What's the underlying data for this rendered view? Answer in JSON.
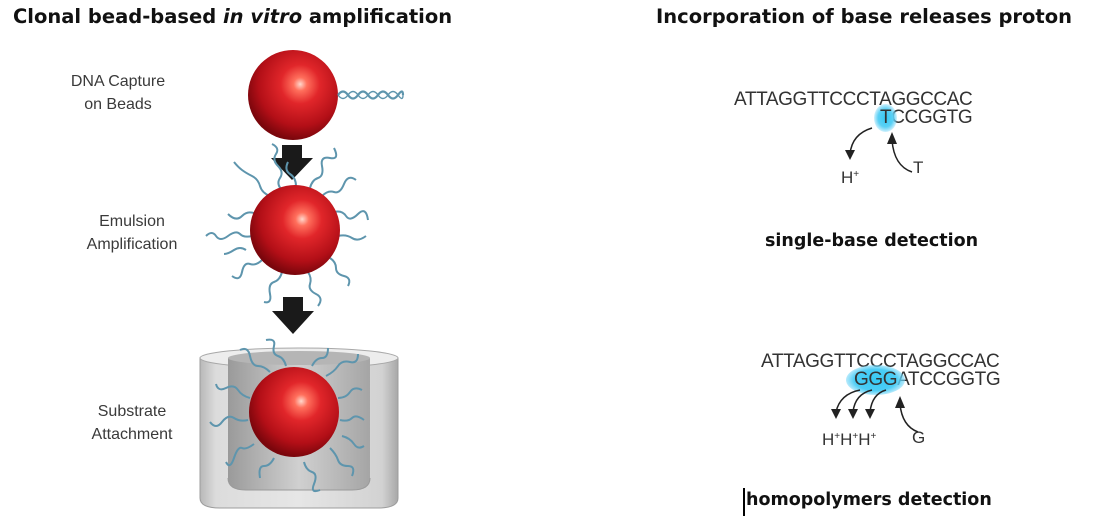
{
  "left_panel": {
    "title_part1": "Clonal bead-based ",
    "title_italic": "in vitro",
    "title_part2": " amplification",
    "steps": [
      {
        "line1": "DNA Capture",
        "line2": "on Beads"
      },
      {
        "line1": "Emulsion",
        "line2": "Amplification"
      },
      {
        "line1": "Substrate",
        "line2": "Attachment"
      }
    ],
    "colors": {
      "bead": "#c8141e",
      "dna": "#5e95ad",
      "arrow": "#1a1a1a",
      "well": "#c9c9c9"
    }
  },
  "right_panel": {
    "title": "Incorporation of base releases proton",
    "single": {
      "top_strand": "ATTAGGTTCCCTAGGCCAC",
      "bottom_highlight": "T",
      "bottom_rest": "CCGGTG",
      "released": "H",
      "released_sup": "+",
      "incoming": "T",
      "caption": "single-base detection"
    },
    "homo": {
      "top_strand": "ATTAGGTTCCCTAGGCCAC",
      "bottom_highlight": "GGG",
      "bottom_rest": "ATCCGGTG",
      "released_ions": [
        {
          "base": "H",
          "sup": "+"
        },
        {
          "base": "H",
          "sup": "+"
        },
        {
          "base": "H",
          "sup": "+"
        }
      ],
      "incoming": "G",
      "caption": "homopolymers detection"
    },
    "colors": {
      "highlight": "#36c9f4",
      "text": "#333333"
    }
  }
}
